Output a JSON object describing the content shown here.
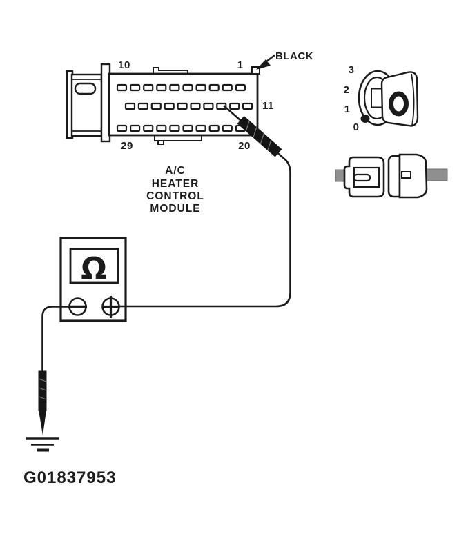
{
  "colors": {
    "ink": "#1b1b1b",
    "paper": "#ffffff",
    "wire_stub_gray": "#8f8f8f"
  },
  "module": {
    "name_lines": [
      "A/C",
      "HEATER",
      "CONTROL",
      "MODULE"
    ],
    "pin_top_left": "10",
    "pin_top_right": "1",
    "pin_right": "11",
    "pin_bottom_left": "29",
    "pin_bottom_right": "20",
    "connector_color_label": "BLACK"
  },
  "connector_detail": {
    "tick_labels": [
      "3",
      "2",
      "1",
      "0"
    ]
  },
  "meter": {
    "display_symbol": "Ω"
  },
  "figure_number": "G01837953"
}
